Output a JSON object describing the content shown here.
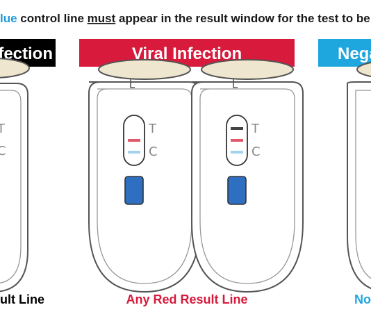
{
  "header": {
    "fragment_1": "lue",
    "fragment_2": " control line ",
    "fragment_3": "must",
    "fragment_4": " appear in the result window for the test to be valid",
    "blue_word_color": "#1e9bd7",
    "text_color": "#1a1a1a"
  },
  "banners": [
    {
      "label": "fection",
      "color": "#000000"
    },
    {
      "label": "Viral Infection",
      "color": "#d81a3c"
    },
    {
      "label": "Nega",
      "color": "#1ea6de"
    }
  ],
  "test_letters": {
    "t": "T",
    "c": "C"
  },
  "captions": [
    {
      "label": "ult Line",
      "color": "#000000"
    },
    {
      "label": "Any Red Result Line",
      "color": "#d81a3c"
    },
    {
      "label": "No",
      "color": "#1ea6de"
    }
  ],
  "line_colors": {
    "test_red": "#e05a6a",
    "control_blue": "#a5d3ee",
    "dark": "#444444",
    "sample_well": "#2f6fc2"
  }
}
